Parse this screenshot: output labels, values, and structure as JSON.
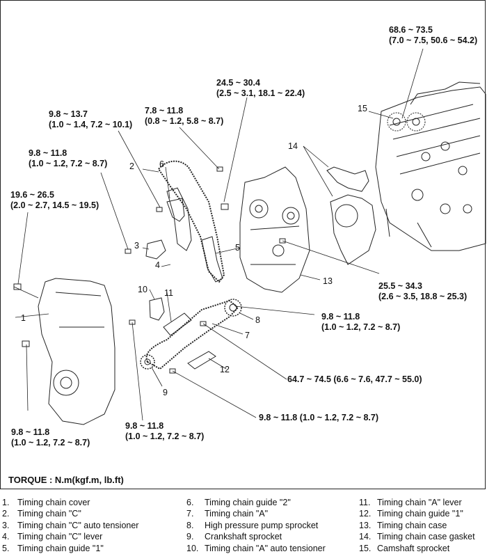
{
  "torque_title": "TORQUE : N.m(kgf.m, lb.ft)",
  "torque_labels": [
    {
      "line1": "68.6 ~ 73.5",
      "line2": "(7.0 ~ 7.5, 50.6 ~ 54.2)"
    },
    {
      "line1": "24.5 ~ 30.4",
      "line2": "(2.5 ~ 3.1, 18.1 ~ 22.4)"
    },
    {
      "line1": "9.8 ~ 13.7",
      "line2": "(1.0 ~ 1.4, 7.2 ~ 10.1)"
    },
    {
      "line1": "7.8 ~ 11.8",
      "line2": "(0.8 ~ 1.2, 5.8 ~ 8.7)"
    },
    {
      "line1": "9.8 ~ 11.8",
      "line2": "(1.0 ~ 1.2, 7.2 ~ 8.7)"
    },
    {
      "line1": "19.6 ~ 26.5",
      "line2": "(2.0 ~ 2.7, 14.5 ~ 19.5)"
    },
    {
      "line1": "25.5 ~ 34.3",
      "line2": "(2.6 ~ 3.5, 18.8 ~ 25.3)"
    },
    {
      "line1": "9.8 ~ 11.8",
      "line2": "(1.0 ~ 1.2, 7.2 ~ 8.7)"
    },
    {
      "line1": "64.7 ~ 74.5 (6.6 ~ 7.6, 47.7 ~ 55.0)",
      "line2": ""
    },
    {
      "line1": "9.8 ~ 11.8 (1.0 ~ 1.2, 7.2 ~ 8.7)",
      "line2": ""
    },
    {
      "line1": "9.8 ~ 11.8",
      "line2": "(1.0 ~ 1.2, 7.2 ~ 8.7)"
    },
    {
      "line1": "9.8 ~ 11.8",
      "line2": "(1.0 ~ 1.2, 7.2 ~ 8.7)"
    }
  ],
  "callouts": [
    "1",
    "2",
    "3",
    "4",
    "5",
    "6",
    "7",
    "8",
    "9",
    "10",
    "11",
    "12",
    "13",
    "14",
    "15"
  ],
  "legend": [
    {
      "n": "1.",
      "text": "Timing chain cover"
    },
    {
      "n": "2.",
      "text": "Timing chain \"C\""
    },
    {
      "n": "3.",
      "text": "Timing chain \"C\" auto tensioner"
    },
    {
      "n": "4.",
      "text": "Timing chain \"C\" lever"
    },
    {
      "n": "5.",
      "text": "Timing chain guide \"1\""
    },
    {
      "n": "6.",
      "text": "Timing chain guide \"2\""
    },
    {
      "n": "7.",
      "text": "Timing chain \"A\""
    },
    {
      "n": "8.",
      "text": "High pressure pump sprocket"
    },
    {
      "n": "9.",
      "text": "Crankshaft sprocket"
    },
    {
      "n": "10.",
      "text": "Timing chain \"A\" auto tensioner"
    },
    {
      "n": "11.",
      "text": "Timing chain \"A\" lever"
    },
    {
      "n": "12.",
      "text": "Timing chain guide \"1\""
    },
    {
      "n": "13.",
      "text": "Timing chain case"
    },
    {
      "n": "14.",
      "text": "Timing chain case gasket"
    },
    {
      "n": "15.",
      "text": "Camshaft sprocket"
    }
  ]
}
